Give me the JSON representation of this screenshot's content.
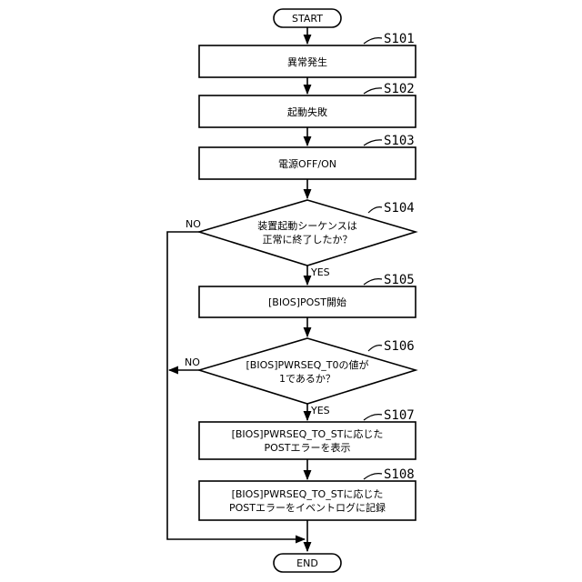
{
  "flow": {
    "start": "START",
    "end": "END",
    "steps": [
      {
        "id": "S101",
        "lines": [
          "異常発生"
        ]
      },
      {
        "id": "S102",
        "lines": [
          "起動失敗"
        ]
      },
      {
        "id": "S103",
        "lines": [
          "電源OFF/ON"
        ]
      },
      {
        "id": "S104",
        "lines": [
          "装置起動シーケンスは",
          "正常に終了したか？"
        ]
      },
      {
        "id": "S105",
        "lines": [
          "[BIOS]POST開始"
        ]
      },
      {
        "id": "S106",
        "lines": [
          "[BIOS]PWRSEQ_T0の値が",
          "1であるか？"
        ]
      },
      {
        "id": "S107",
        "lines": [
          "[BIOS]PWRSEQ_TO_STに応じた",
          "POSTエラーを表示"
        ]
      },
      {
        "id": "S108",
        "lines": [
          "[BIOS]PWRSEQ_TO_STに応じた",
          "POSTエラーをイベントログに記録"
        ]
      }
    ],
    "branches": {
      "yes": "YES",
      "no": "NO"
    }
  }
}
